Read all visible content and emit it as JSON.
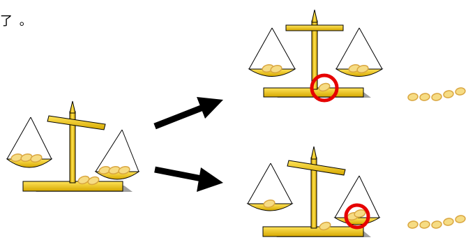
{
  "caption": {
    "text": "了 。"
  },
  "colors": {
    "beam_gold": "#f2c400",
    "beam_dark": "#c89a00",
    "coin_light": "#f6dc84",
    "coin_dark": "#d9a640",
    "highlight_ring": "#e60000",
    "arrow": "#000000"
  },
  "scales": [
    {
      "id": "source-scale",
      "tilt": "right-side-down",
      "left_pan_coins": 3,
      "right_pan_coins": 3,
      "base_coins": 2,
      "highlight": "none"
    },
    {
      "id": "upper-result-scale",
      "tilt": "balanced",
      "left_pan_coins": 2,
      "right_pan_coins": 2,
      "base_coins": 1,
      "highlight": "base-coin"
    },
    {
      "id": "lower-result-scale",
      "tilt": "right-side-down",
      "left_pan_coins": 1,
      "right_pan_coins": 2,
      "base_coins": 1,
      "highlight": "right-pan-coin"
    }
  ],
  "coin_rows": [
    {
      "id": "upper-coin-row",
      "count": 5
    },
    {
      "id": "lower-coin-row",
      "count": 5
    }
  ],
  "arrows": [
    {
      "id": "arrow-to-upper",
      "direction": "up-right"
    },
    {
      "id": "arrow-to-lower",
      "direction": "right"
    }
  ]
}
